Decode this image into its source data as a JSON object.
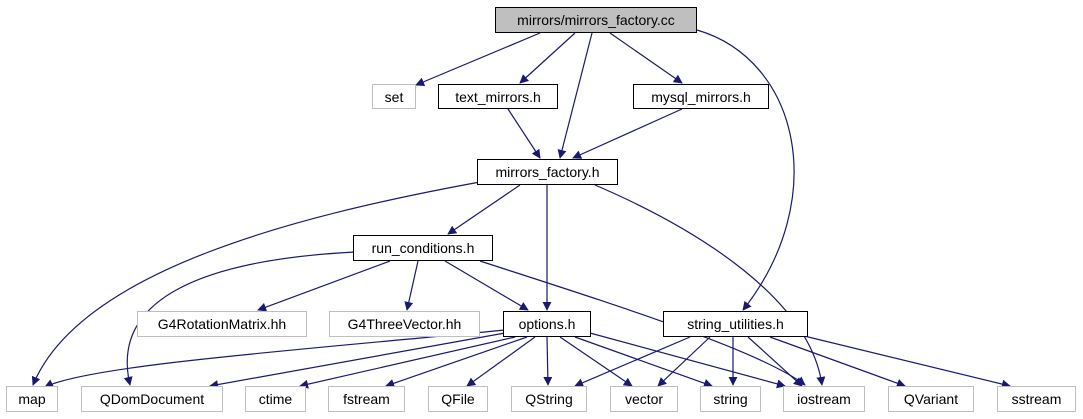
{
  "graph": {
    "edge_color": "#191970",
    "nodes": {
      "mirrors_factory_cc": "mirrors/mirrors_factory.cc",
      "set": "set",
      "text_mirrors_h": "text_mirrors.h",
      "mysql_mirrors_h": "mysql_mirrors.h",
      "mirrors_factory_h": "mirrors_factory.h",
      "run_conditions_h": "run_conditions.h",
      "g4rotationmatrix_hh": "G4RotationMatrix.hh",
      "g4threevector_hh": "G4ThreeVector.hh",
      "options_h": "options.h",
      "string_utilities_h": "string_utilities.h",
      "map": "map",
      "qdomdocument": "QDomDocument",
      "ctime": "ctime",
      "fstream": "fstream",
      "qfile": "QFile",
      "qstring": "QString",
      "vector": "vector",
      "string": "string",
      "iostream": "iostream",
      "qvariant": "QVariant",
      "sstream": "sstream"
    }
  }
}
